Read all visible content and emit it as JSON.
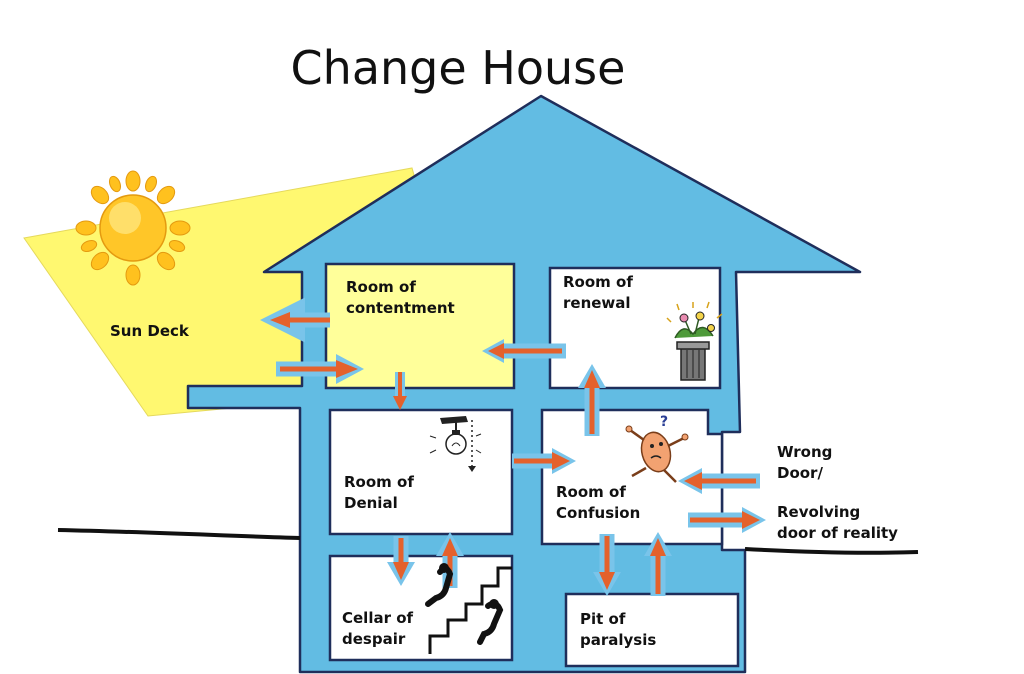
{
  "title": "Change House",
  "colors": {
    "house_blue": "#62BCE3",
    "outline": "#1F2E5B",
    "sun_deck": "#FFF870",
    "contentment_room": "#FFFF9A",
    "arrow_orange": "#E4612C",
    "arrow_outline": "#79C4EA",
    "sun": "#FFC11E"
  },
  "labels": {
    "sun_deck": "Sun Deck",
    "contentment": [
      "Room of",
      "contentment"
    ],
    "renewal": [
      "Room of",
      "renewal"
    ],
    "denial": [
      "Room of",
      "Denial"
    ],
    "confusion": [
      "Room of",
      "Confusion"
    ],
    "cellar": [
      "Cellar of",
      "despair"
    ],
    "pit": [
      "Pit of",
      "paralysis"
    ],
    "wrong_door": [
      "Wrong",
      "Door/"
    ],
    "revolving": [
      "Revolving",
      "door of reality"
    ]
  },
  "icons": [
    "sun-icon",
    "flower-pot-icon",
    "light-bulb-icon",
    "confused-figure-icon",
    "falling-figure-icon",
    "stairs-icon"
  ]
}
